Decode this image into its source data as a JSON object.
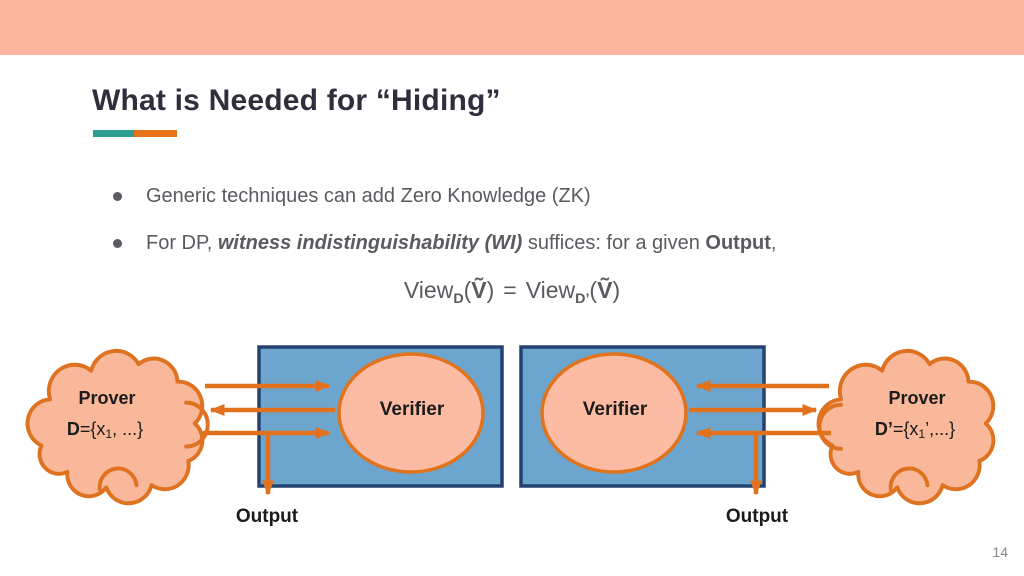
{
  "slide": {
    "title": "What is Needed for “Hiding”",
    "page_number": "14"
  },
  "bullets": [
    {
      "text": "Generic techniques can add Zero Knowledge (ZK)"
    },
    {
      "part1": "For DP, ",
      "emphasis": "witness indistinguishability (WI)",
      "part2": " suffices: for a given ",
      "bold": "Output",
      "part3": ","
    }
  ],
  "equation": {
    "view": "View",
    "sub_d": "D",
    "sub_dprime": "D’",
    "open": "(",
    "v_tilde": "Ṽ",
    "close": ")",
    "equals": "="
  },
  "diagram": {
    "left_cloud": {
      "line1": "Prover",
      "d_bold": "D",
      "d_prefix": "={x",
      "d_sub": "1",
      "d_suffix": ", ...}"
    },
    "right_cloud": {
      "line1": "Prover",
      "d_bold": "D’",
      "d_prefix": "={x",
      "d_sub": "1",
      "d_suffix": "’,...}"
    },
    "left_box_label": "Verifier",
    "right_box_label": "Verifier",
    "left_output": "Output",
    "right_output": "Output"
  },
  "colors": {
    "banner": "#fdb49d",
    "accent_teal": "#2d9e8f",
    "accent_orange": "#e8721a",
    "title_text": "#2f2e3d",
    "body_text": "#5a5a60",
    "cloud_fill": "#f9b899",
    "cloud_stroke": "#de7220",
    "box_fill": "#6ca6ce",
    "box_stroke": "#234270",
    "ellipse_fill": "#fbbca3",
    "arrow": "#e2711d",
    "label_text": "#1b1b1b"
  }
}
